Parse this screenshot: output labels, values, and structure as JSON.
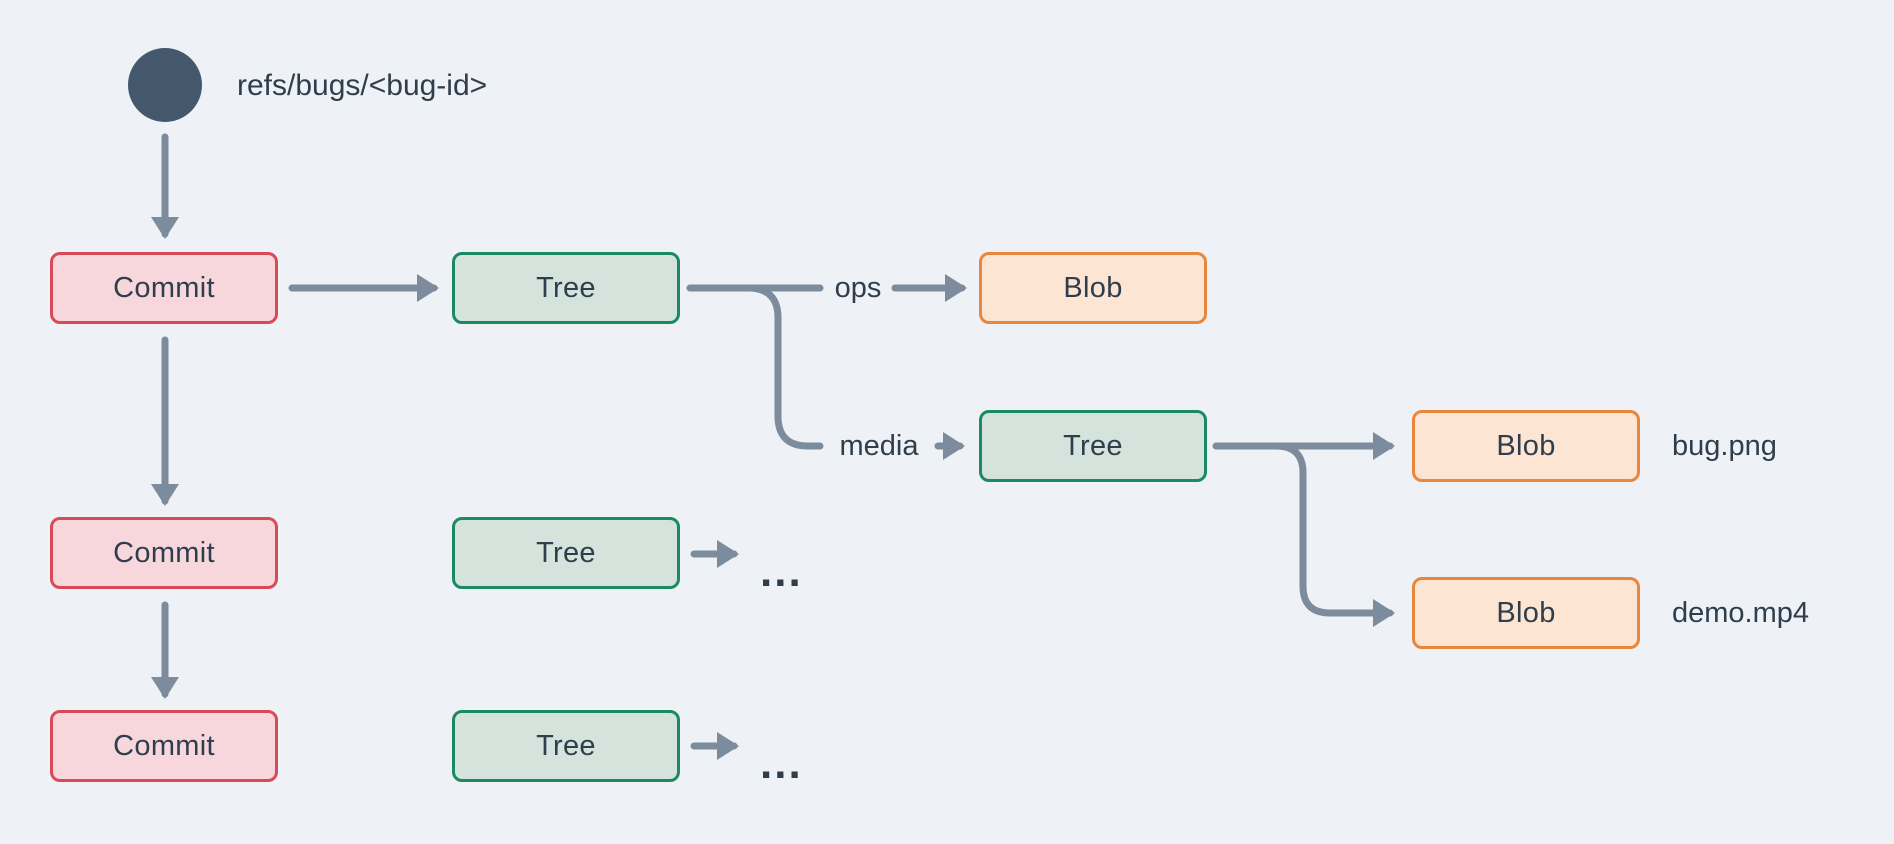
{
  "ref": {
    "label": "refs/bugs/<bug-id>"
  },
  "nodes": {
    "commit_1": {
      "label": "Commit"
    },
    "commit_2": {
      "label": "Commit"
    },
    "commit_3": {
      "label": "Commit"
    },
    "tree_root_1": {
      "label": "Tree"
    },
    "tree_root_2": {
      "label": "Tree"
    },
    "tree_root_3": {
      "label": "Tree"
    },
    "tree_media": {
      "label": "Tree"
    },
    "blob_ops": {
      "label": "Blob"
    },
    "blob_bug": {
      "label": "Blob"
    },
    "blob_demo": {
      "label": "Blob"
    }
  },
  "edge_labels": {
    "ops": "ops",
    "media": "media"
  },
  "file_annotations": {
    "bug": "bug.png",
    "demo": "demo.mp4"
  },
  "ellipsis": {
    "row_2": "...",
    "row_3": "..."
  },
  "colors": {
    "bg": "#eef1f5",
    "connector": "#7c8c9c",
    "ref_circle": "#45576a",
    "text": "#2f3e4d",
    "commit_fill": "#f8d7dc",
    "commit_border": "#d84a57",
    "tree_fill": "#d5e3dd",
    "tree_border": "#1b8a63",
    "blob_fill": "#fce5d3",
    "blob_border": "#e8863c"
  }
}
